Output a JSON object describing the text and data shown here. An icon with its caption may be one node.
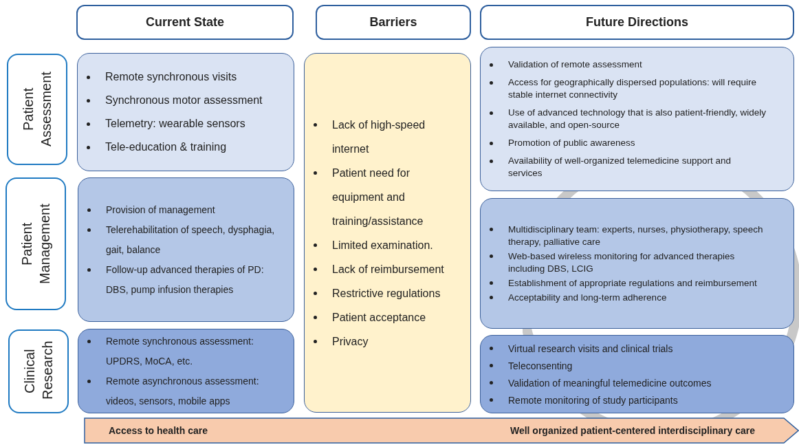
{
  "diagram": {
    "nodes": [
      {
        "text": [
          "Current State"
        ]
      },
      {
        "text": [
          "Barriers"
        ]
      },
      {
        "text": [
          "Future Directions"
        ]
      },
      {
        "text": [
          "Patient Assessment"
        ]
      },
      {
        "text": [
          "Remote synchronous visits",
          "Synchronous motor assessment",
          "Telemetry: wearable sensors",
          "Tele-education & training"
        ]
      },
      {
        "text": [
          "Lack of high-speed internet",
          "Patient need for equipment and training/assistance",
          "Limited examination.",
          "Lack of reimbursement",
          "Restrictive regulations",
          "Patient acceptance",
          "Privacy"
        ]
      },
      {
        "text": [
          "Validation of remote assessment",
          "Access for geographically dispersed populations: will require stable internet connectivity",
          "Use of advanced technology that is also patient-friendly, widely available, and open-source",
          "Promotion of public awareness",
          "Availability of well-organized telemedicine support and services"
        ]
      },
      {
        "text": [
          "Patient Management"
        ]
      },
      {
        "text": [
          "Provision of management",
          "Telerehabilitation of speech, dysphagia, gait, balance",
          "Follow-up advanced therapies of PD: DBS, pump infusion therapies"
        ]
      },
      {
        "text": [
          "Multidisciplinary team: experts, nurses, physiotherapy, speech therapy, palliative care",
          "Web-based wireless monitoring for advanced therapies including DBS, LCIG",
          "Establishment of appropriate regulations and reimbursement",
          "Acceptability and long-term adherence"
        ]
      },
      {
        "text": [
          "Clinical Research"
        ]
      },
      {
        "text": [
          "Remote synchronous assessment: UPDRS, MoCA, etc.",
          "Remote asynchronous assessment: videos, sensors, mobile apps"
        ]
      },
      {
        "text": [
          "Virtual research visits and clinical trials",
          "Teleconsenting",
          "Validation of meaningful telemedicine outcomes",
          "Remote monitoring of study participants"
        ]
      },
      {
        "text": [
          "Access to health care",
          "Well organized patient-centered interdisciplinary care"
        ]
      }
    ],
    "edges": []
  }
}
